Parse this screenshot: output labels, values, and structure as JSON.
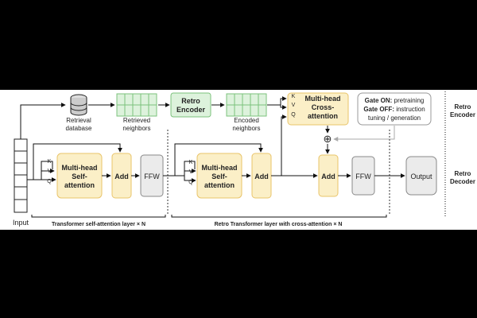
{
  "input_label": "Input",
  "retrieval_db_label": [
    "Retrieval",
    "database"
  ],
  "retrieved_neighbors_label": [
    "Retrieved",
    "neighbors"
  ],
  "retro_encoder_label": [
    "Retro",
    "Encoder"
  ],
  "encoded_neighbors_label": [
    "Encoded",
    "neighbors"
  ],
  "cross_attention_label": [
    "Multi-head",
    "Cross-",
    "attention"
  ],
  "cross_kvq": [
    "K",
    "V",
    "Q"
  ],
  "gate_note": {
    "line1_bold": "Gate ON:",
    "line1_rest": " pretraining",
    "line2_bold": "Gate OFF:",
    "line2_rest": " instruction",
    "line3": "tuning / generation"
  },
  "self_attention_label": [
    "Multi-head",
    "Self-",
    "attention"
  ],
  "self_kvq": [
    "K",
    "V",
    "Q"
  ],
  "add_label": "Add",
  "ffw_label": "FFW",
  "output_label": "Output",
  "gate_symbol": "⊕",
  "layer1_caption": "Transformer self-attention layer × N",
  "layer2_caption": "Retro Transformer layer with cross-attention × N",
  "right_label_encoder": [
    "Retro",
    "Encoder"
  ],
  "right_label_decoder": [
    "Retro",
    "Decoder"
  ],
  "colors": {
    "yellow_fill": "#fbefc7",
    "yellow_stroke": "#e9c46a",
    "green_fill": "#ddf2dc",
    "green_stroke": "#7cc27c",
    "gray_fill": "#ebebeb",
    "gray_stroke": "#888888"
  }
}
